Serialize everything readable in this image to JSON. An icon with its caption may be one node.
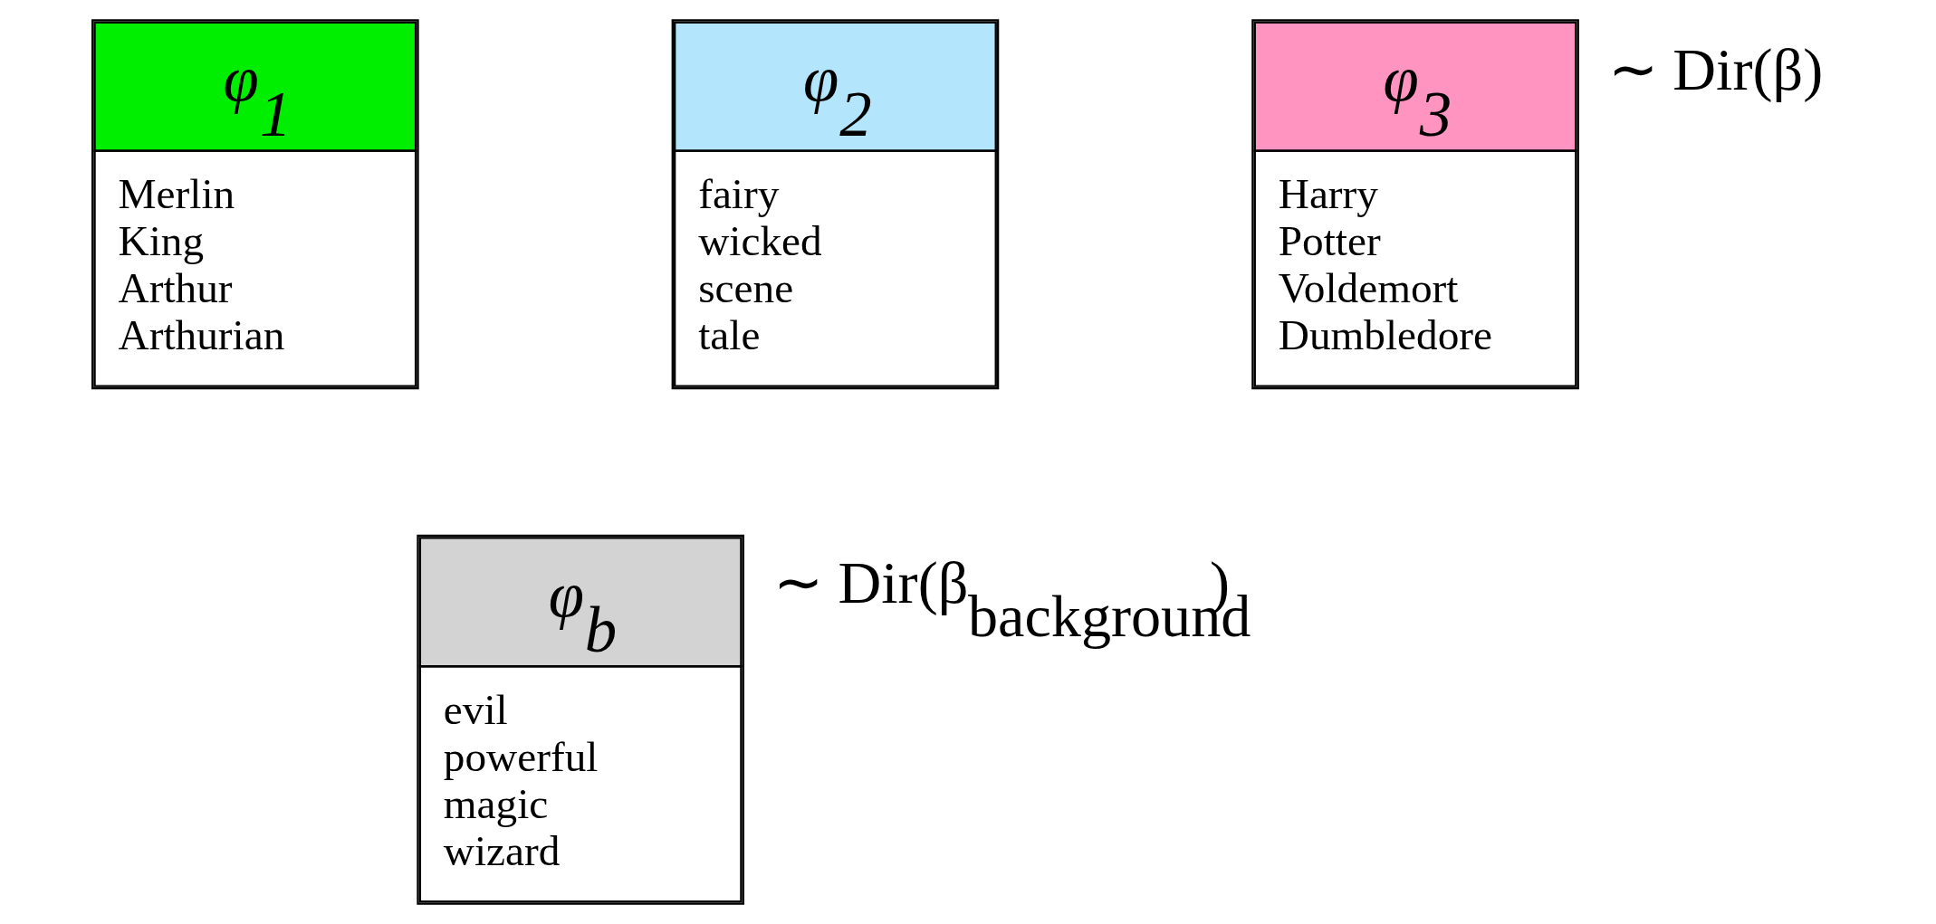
{
  "diagram": {
    "nodes": [
      {
        "text": [
          "φ$_{1}$",
          "Merlin",
          "King",
          "Arthur",
          "Arthurian"
        ]
      },
      {
        "text": [
          "φ$_{2}$",
          "fairy",
          "wicked",
          "scene",
          "tale"
        ]
      },
      {
        "text": [
          "φ$_{3}$",
          "Harry",
          "Potter",
          "Voldemort",
          "Dumbledore"
        ],
        "beside": [
          "∼ Dir(β)"
        ]
      },
      {
        "text": [
          "φ$_{b}$",
          "evil",
          "powerful",
          "magic",
          "wizard"
        ],
        "beside": [
          "∼ Dir(β$_{background}$)"
        ]
      }
    ],
    "edges": []
  }
}
